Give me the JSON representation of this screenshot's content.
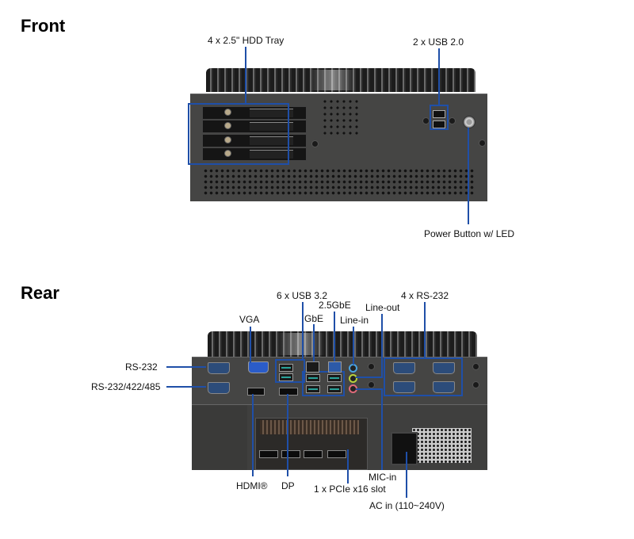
{
  "front": {
    "title": "Front",
    "labels": {
      "hdd_tray": "4 x 2.5\" HDD Tray",
      "usb20": "2 x USB 2.0",
      "power_button": "Power Button w/ LED"
    }
  },
  "rear": {
    "title": "Rear",
    "labels": {
      "rs232_single": "RS-232",
      "rs232_422_485": "RS-232/422/485",
      "vga": "VGA",
      "usb32": "6 x USB 3.2",
      "gbe": "GbE",
      "gbe25": "2.5GbE",
      "line_in": "Line-in",
      "line_out": "Line-out",
      "rs232_quad": "4 x RS-232",
      "hdmi": "HDMI®",
      "dp": "DP",
      "pcie": "1 x PCIe x16 slot",
      "mic_in": "MIC-in",
      "ac_in": "AC in (110~240V)"
    }
  },
  "colors": {
    "callout": "#1f4fa8",
    "chassis": "#3b3b3a",
    "line_in_jack": "#4aa3e0",
    "line_out_jack": "#b9d23a",
    "mic_in_jack": "#e06a7a"
  }
}
